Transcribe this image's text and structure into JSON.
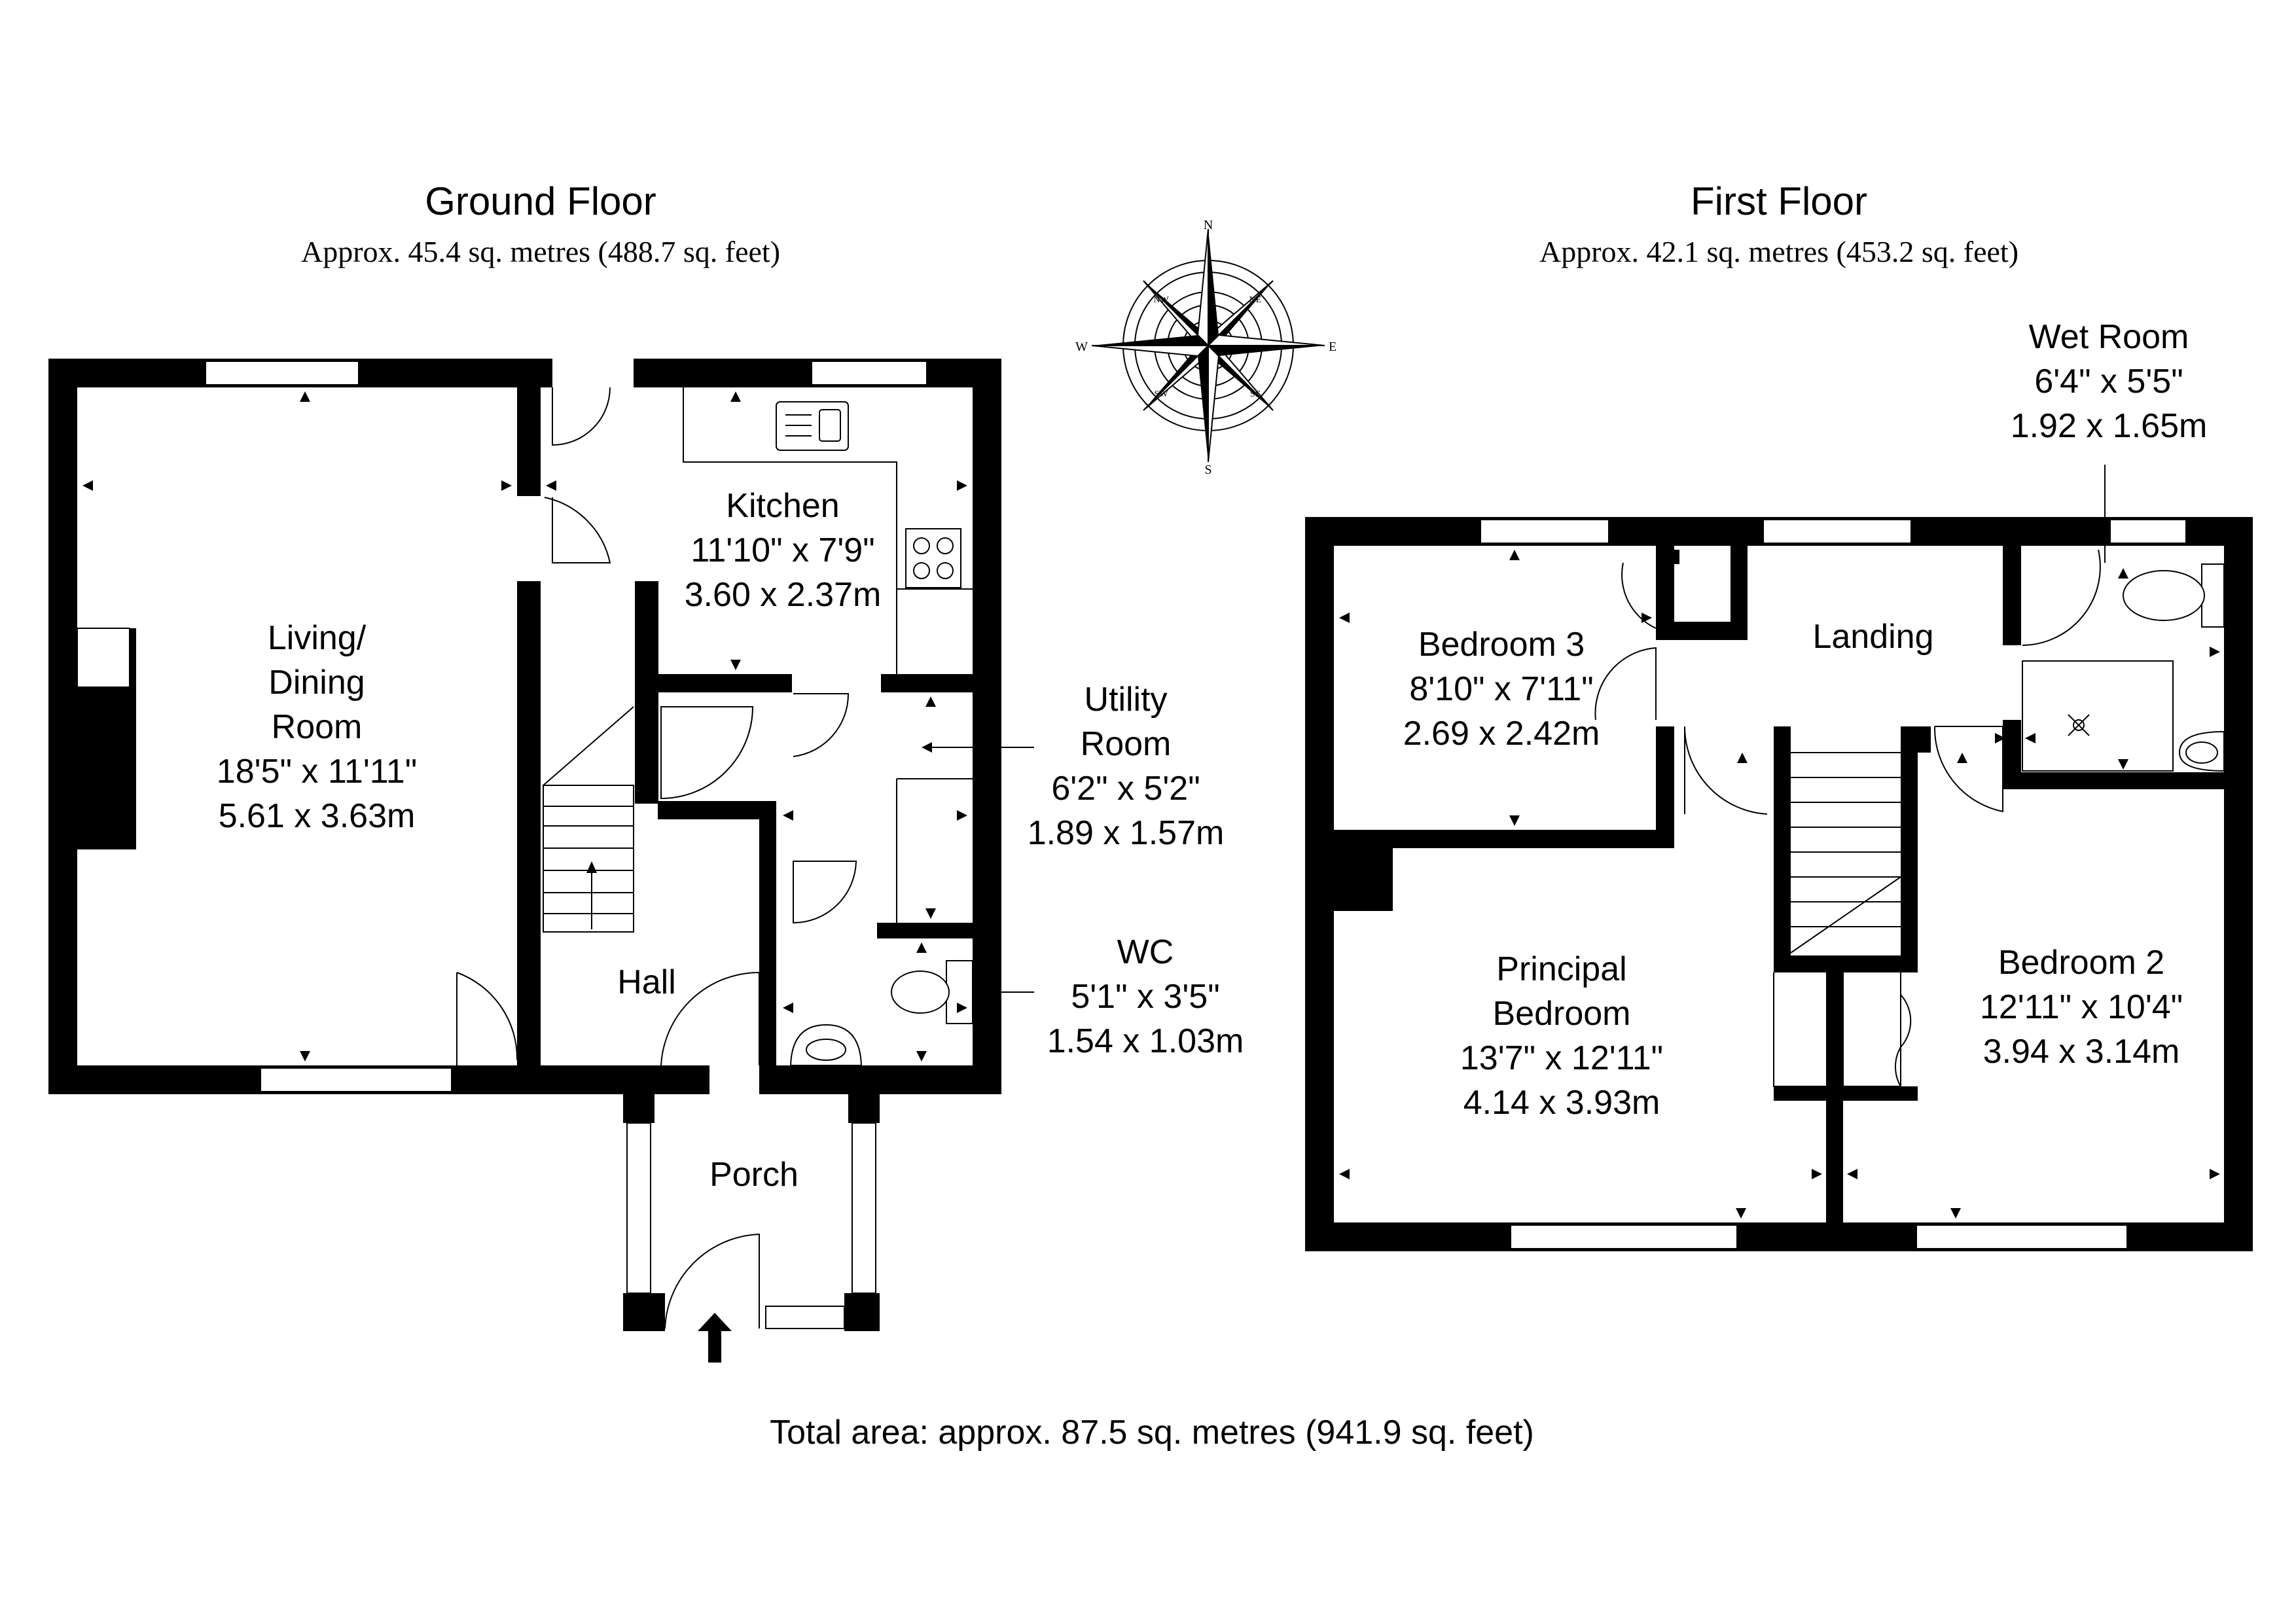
{
  "ground_floor": {
    "title": "Ground Floor",
    "area": "Approx. 45.4 sq. metres (488.7 sq. feet)",
    "rooms": {
      "living": {
        "lines": [
          "Living/",
          "Dining",
          "Room",
          "18'5\" x 11'11\"",
          "5.61 x 3.63m"
        ]
      },
      "kitchen": {
        "lines": [
          "Kitchen",
          "11'10\" x 7'9\"",
          "3.60 x 2.37m"
        ]
      },
      "utility": {
        "lines": [
          "Utility",
          "Room",
          "6'2\" x 5'2\"",
          "1.89 x 1.57m"
        ]
      },
      "wc": {
        "lines": [
          "WC",
          "5'1\" x 3'5\"",
          "1.54 x 1.03m"
        ]
      },
      "hall": {
        "lines": [
          "Hall"
        ]
      },
      "porch": {
        "lines": [
          "Porch"
        ]
      }
    }
  },
  "first_floor": {
    "title": "First Floor",
    "area": "Approx. 42.1 sq. metres (453.2 sq. feet)",
    "rooms": {
      "wet_room": {
        "lines": [
          "Wet Room",
          "6'4\" x 5'5\"",
          "1.92 x 1.65m"
        ]
      },
      "bedroom3": {
        "lines": [
          "Bedroom 3",
          "8'10\" x 7'11\"",
          "2.69 x 2.42m"
        ]
      },
      "landing": {
        "lines": [
          "Landing"
        ]
      },
      "principal": {
        "lines": [
          "Principal",
          "Bedroom",
          "13'7\" x 12'11\"",
          "4.14 x 3.93m"
        ]
      },
      "bedroom2": {
        "lines": [
          "Bedroom 2",
          "12'11\" x 10'4\"",
          "3.94 x 3.14m"
        ]
      }
    }
  },
  "compass": {
    "n": "N",
    "s": "S",
    "e": "E",
    "w": "W",
    "ne": "NE",
    "nw": "NW",
    "se": "SE",
    "sw": "SW"
  },
  "total_area": "Total area: approx. 87.5 sq. metres (941.9 sq. feet)",
  "icons": [
    "compass-rose-icon",
    "entrance-arrow-icon",
    "sink-icon",
    "hob-icon",
    "toilet-icon",
    "shower-icon",
    "basin-icon"
  ]
}
